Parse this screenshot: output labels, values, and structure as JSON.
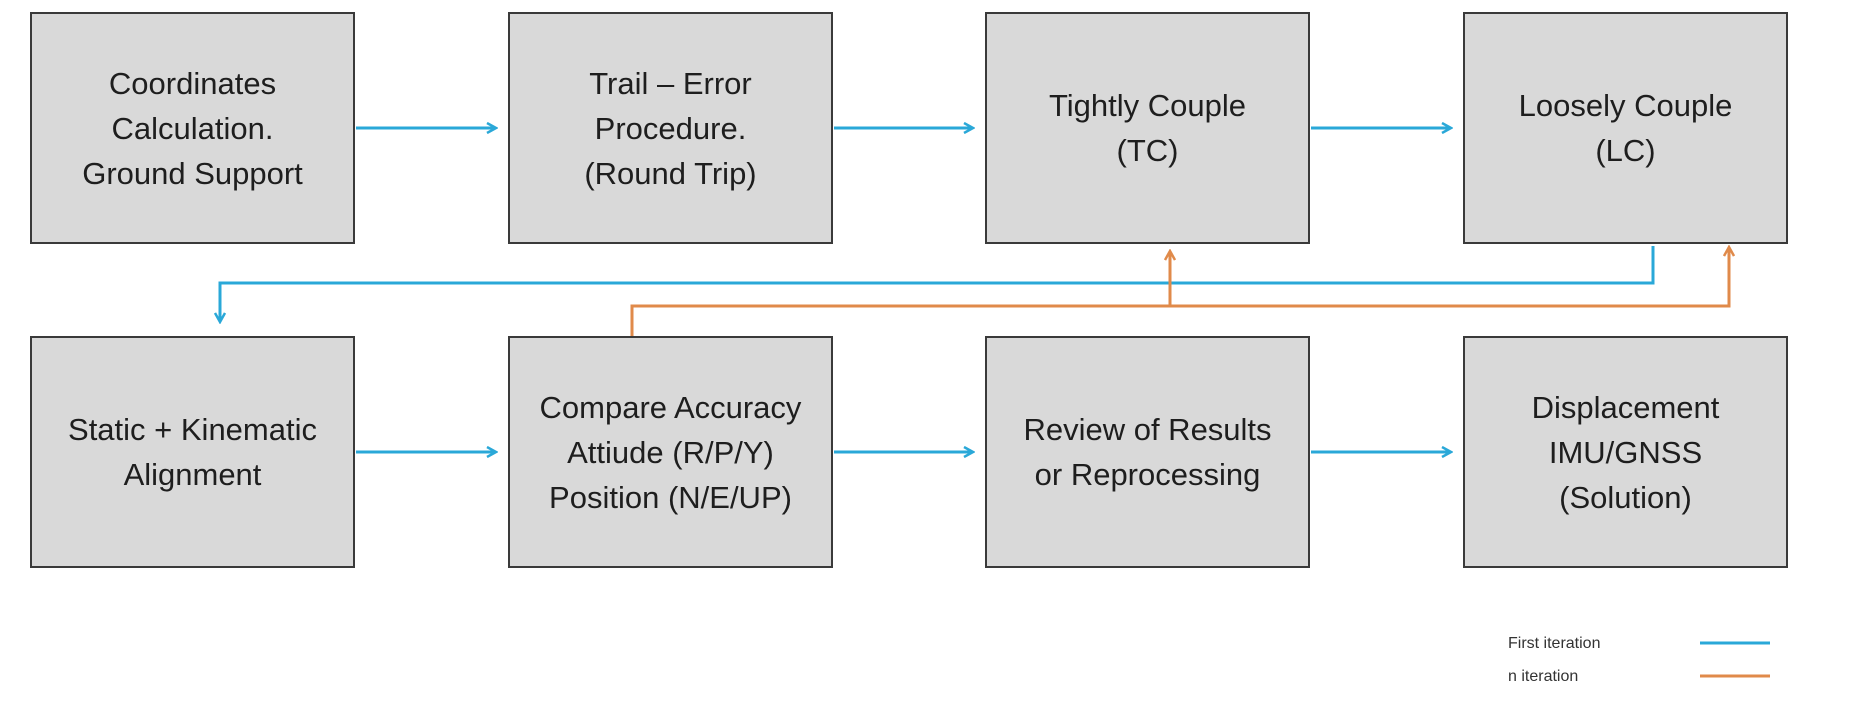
{
  "boxes": [
    {
      "lines": [
        "Coordinates",
        "Calculation.",
        "Ground Support"
      ]
    },
    {
      "lines": [
        "Trail – Error",
        "Procedure.",
        "(Round Trip)"
      ]
    },
    {
      "lines": [
        "Tightly Couple",
        "(TC)"
      ]
    },
    {
      "lines": [
        "Loosely Couple",
        "(LC)"
      ]
    },
    {
      "lines": [
        "Static + Kinematic",
        "Alignment"
      ]
    },
    {
      "lines": [
        "Compare Accuracy",
        "Attiude (R/P/Y)",
        "Position (N/E/UP)"
      ]
    },
    {
      "lines": [
        "Review of Results",
        "or Reprocessing"
      ]
    },
    {
      "lines": [
        "Displacement",
        "IMU/GNSS",
        "(Solution)"
      ]
    }
  ],
  "legend": {
    "first_label": "First iteration",
    "n_label": "n iteration"
  },
  "colors": {
    "first_iteration": "#2aa8d8",
    "n_iteration": "#e08a4a",
    "box_fill": "#d9d9d9",
    "box_border": "#3a3a3a"
  }
}
